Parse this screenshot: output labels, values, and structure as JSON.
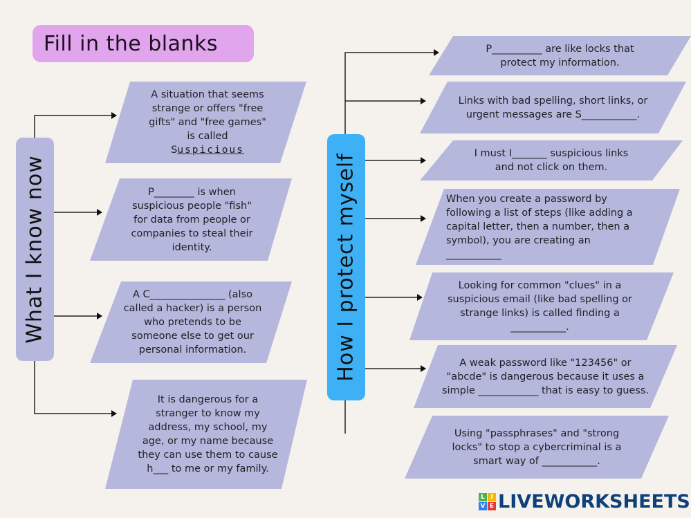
{
  "title": "Fill in the blanks",
  "left_section": {
    "label": "What I know now",
    "items": [
      {
        "text": "A situation that seems strange or offers \"free gifts\" and \"free games\" is called",
        "prefix": "S",
        "answer": "uspicious"
      },
      {
        "text": "P________ is when suspicious people \"fish\" for data from people or companies to steal their identity."
      },
      {
        "text": "A C_______________ (also called a hacker) is a person who pretends to be someone else to get our personal information."
      },
      {
        "text": "It is dangerous for a stranger to know my address, my school, my age, or my name because they can use them to cause h___ to me or my family."
      }
    ]
  },
  "right_section": {
    "label": "How I protect myself",
    "items": [
      {
        "text": "P__________  are like locks that protect my information."
      },
      {
        "text": "Links with bad spelling, short links, or urgent messages are S___________."
      },
      {
        "text": "I must I_______ suspicious links and not click on them."
      },
      {
        "text": "When you create a password by following a list of steps (like adding a capital letter, then a number, then a symbol), you are creating an ___________"
      },
      {
        "text": "Looking for common \"clues\" in a suspicious email (like bad spelling or strange links) is called finding a ___________."
      },
      {
        "text": "A weak password like \"123456\" or \"abcde\" is dangerous because it uses a simple ____________ that is easy to guess."
      },
      {
        "text": "Using \"passphrases\" and \"strong locks\" to stop a cybercriminal is a smart way of ___________."
      }
    ]
  },
  "branding": {
    "logo_letters": [
      "L",
      "I",
      "V",
      "E"
    ],
    "logo_colors": [
      "#4caf50",
      "#f5b800",
      "#2f80ed",
      "#e53935"
    ],
    "logo_text": "LIVEWORKSHEETS"
  }
}
